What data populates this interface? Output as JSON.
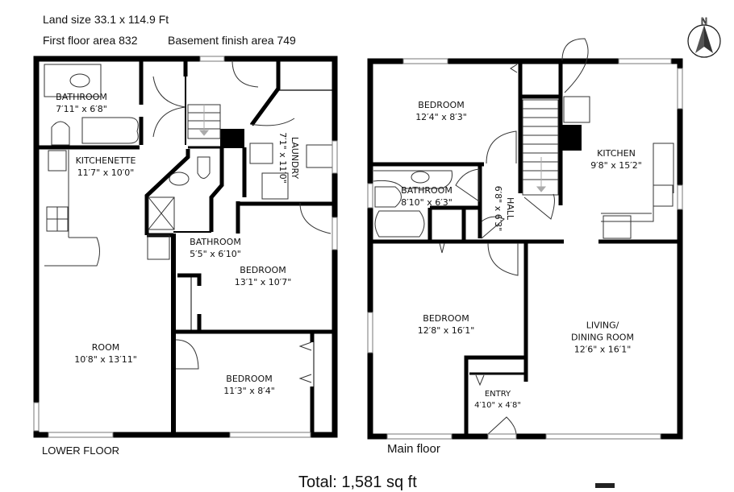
{
  "header": {
    "land_size": "Land size 33.1 x 114.9 Ft",
    "first_floor_area": "First floor area 832",
    "basement_area": "Basement finish area 749"
  },
  "compass": {
    "label": "N",
    "icon": "north-arrow-icon"
  },
  "lower_floor": {
    "label": "LOWER FLOOR",
    "rooms": [
      {
        "name": "BATHROOM",
        "size": "7′11\" x 6′8\""
      },
      {
        "name": "KITCHENETTE",
        "size": "11′7\" x 10′0\""
      },
      {
        "name": "LAUNDRY",
        "size": "7′1\" x 11′0\""
      },
      {
        "name": "BATHROOM",
        "size": "5′5\" x 6′10\""
      },
      {
        "name": "BEDROOM",
        "size": "13′1\" x 10′7\""
      },
      {
        "name": "ROOM",
        "size": "10′8\" x 13′11\""
      },
      {
        "name": "BEDROOM",
        "size": "11′3\" x 8′4\""
      }
    ]
  },
  "main_floor": {
    "label": "Main floor",
    "rooms": [
      {
        "name": "BEDROOM",
        "size": "12′4\" x 8′3\""
      },
      {
        "name": "KITCHEN",
        "size": "9′8\" x 15′2\""
      },
      {
        "name": "BATHROOM",
        "size": "8′10\" x 6′3\""
      },
      {
        "name": "HALL",
        "size": "6′8\" x 6′3\""
      },
      {
        "name": "BEDROOM",
        "size": "12′8\" x 16′1\""
      },
      {
        "name": "LIVING/",
        "name2": "DINING ROOM",
        "size": "12′6\" x 16′1\""
      },
      {
        "name": "ENTRY",
        "size": "4′10\" x 4′8\""
      }
    ]
  },
  "total": "Total: 1,581 sq ft",
  "colors": {
    "wall": "#000000",
    "fixture": "#555555",
    "window": "#888888",
    "stair_arrow": "#aaaaaa"
  }
}
